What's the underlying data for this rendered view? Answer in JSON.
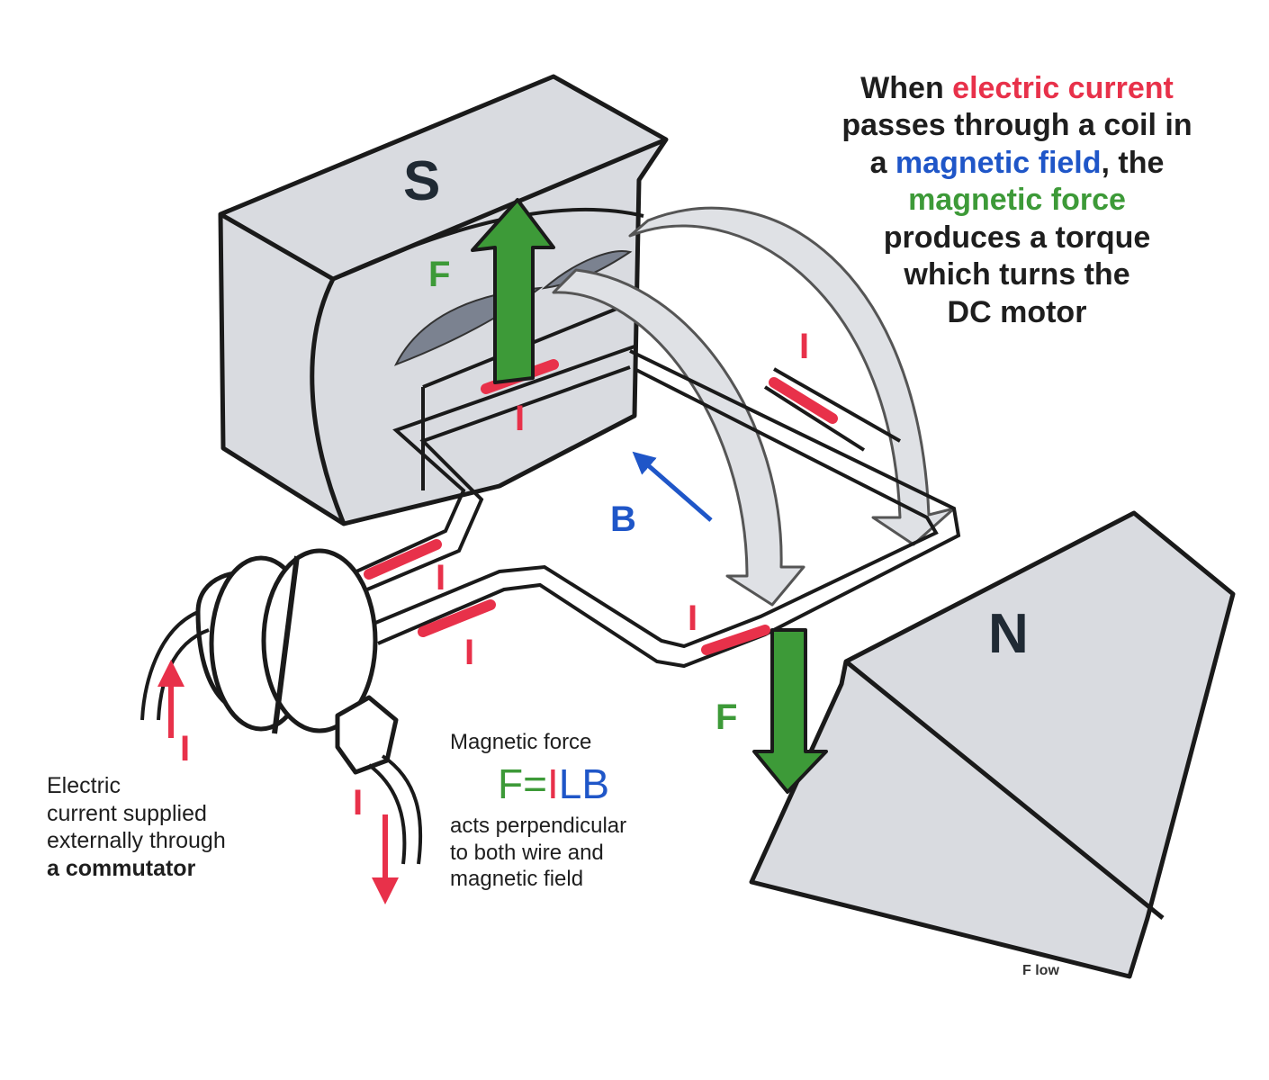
{
  "poles": {
    "south": "S",
    "north": "N"
  },
  "labels": {
    "force": "F",
    "current": "I",
    "field": "B"
  },
  "captions": {
    "top": {
      "l1_a": "When ",
      "l1_b": "electric current",
      "l2": "passes through a  coil in",
      "l3_a": "a ",
      "l3_b": "magnetic field",
      "l3_c": ", the",
      "l4": "magnetic force",
      "l5": "produces a torque",
      "l6": "which turns the",
      "l7": "DC motor"
    },
    "left": {
      "l1": "Electric",
      "l2": "current supplied",
      "l3": "externally through",
      "l4": "a commutator"
    },
    "force": {
      "l1": "Magnetic force",
      "f": "F=",
      "i": "I",
      "lb": "LB",
      "l2": "acts perpendicular",
      "l3": "to both wire and",
      "l4": "magnetic field"
    }
  },
  "credit": "F low",
  "colors": {
    "current": "#e8314a",
    "field": "#1f56c8",
    "force": "#3d9a38",
    "magnet": "#d9dbe0",
    "outline": "#1a1a1a"
  }
}
